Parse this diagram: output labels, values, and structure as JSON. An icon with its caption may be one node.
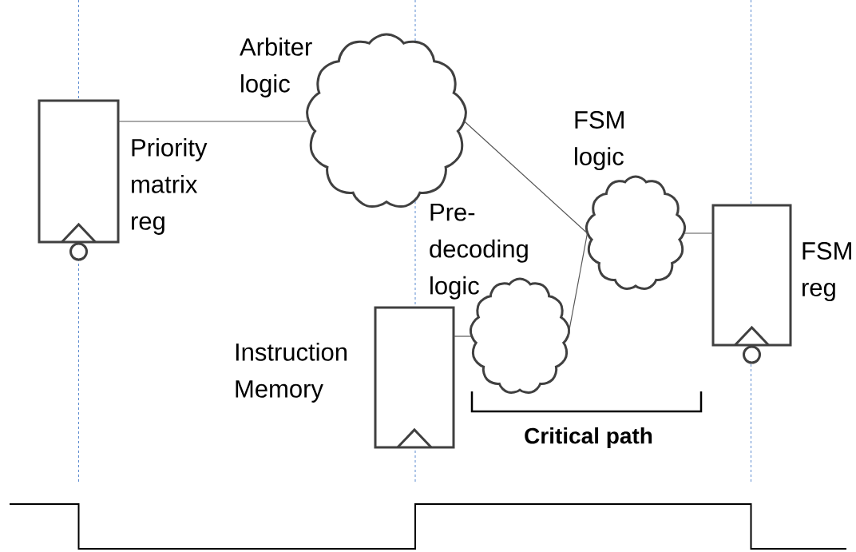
{
  "diagram": {
    "nodes": [
      {
        "text": [
          "Priority matrix reg"
        ]
      },
      {
        "text": [
          "Arbiter logic"
        ]
      },
      {
        "text": [
          "FSM logic"
        ]
      },
      {
        "text": [
          "Pre- decoding logic"
        ]
      },
      {
        "text": [
          "FSM reg"
        ]
      },
      {
        "text": [
          "Instruction Memory"
        ]
      }
    ],
    "edges": [
      {
        "from": 0,
        "to": 1,
        "arrow": "none"
      },
      {
        "from": 1,
        "to": 2,
        "arrow": "none"
      },
      {
        "from": 3,
        "to": 2,
        "arrow": "none"
      },
      {
        "from": 2,
        "to": 4,
        "arrow": "none"
      },
      {
        "from": 5,
        "to": 3,
        "arrow": "none"
      }
    ],
    "labels": [
      "Critical path"
    ]
  }
}
